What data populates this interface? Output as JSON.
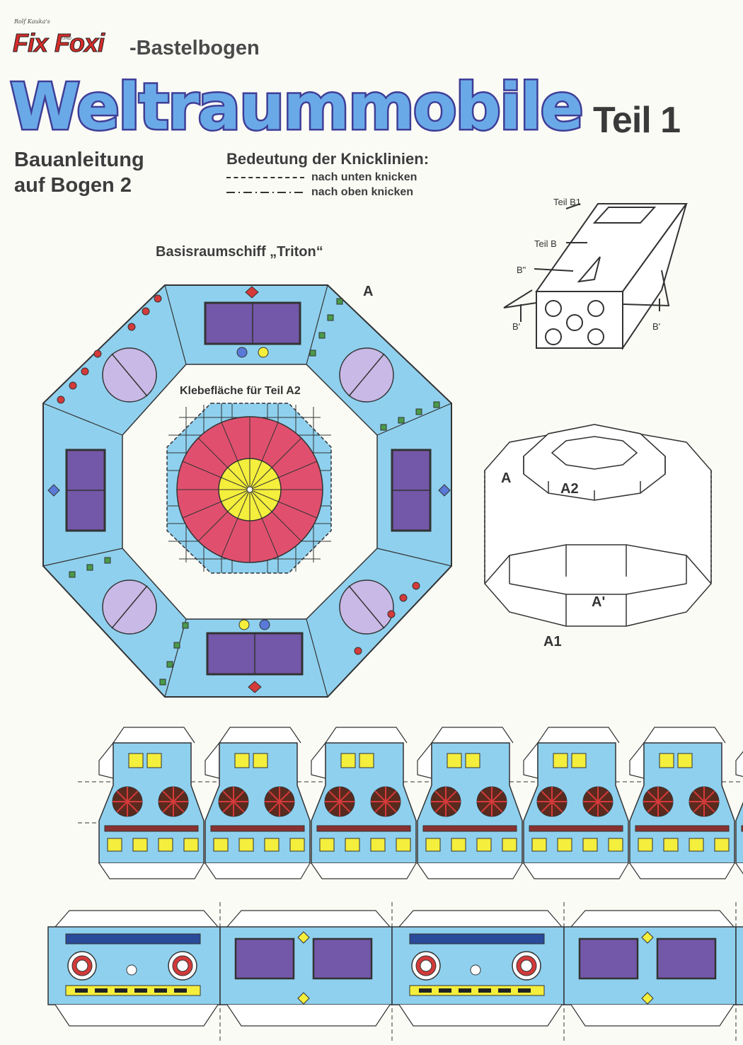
{
  "header": {
    "brand_small": "Rolf Kauka's",
    "brand_name_1": "Fix",
    "brand_und": "UND",
    "brand_name_2": "Foxi",
    "brand_suffix": "-Bastelbogen",
    "title": "Weltraummobile",
    "part": "Teil 1"
  },
  "instructions": {
    "line1": "Bauanleitung",
    "line2": "auf Bogen 2"
  },
  "legend": {
    "title": "Bedeutung der Knicklinien:",
    "items": [
      {
        "style": "dashed",
        "label": "nach unten knicken"
      },
      {
        "style": "dash-dot",
        "label": "nach oben knicken"
      }
    ]
  },
  "octagon": {
    "title": "Basisraumschiff „Triton“",
    "corner_label": "A",
    "inner_label": "Klebefläche für Teil A2"
  },
  "diagram_b": {
    "labels": {
      "b1": "Teil B1",
      "b": "Teil B",
      "b2": "B\"",
      "bl": "B'",
      "br": "B'"
    }
  },
  "diagram_a": {
    "labels": {
      "a": "A",
      "a2": "A2",
      "aprime": "A'",
      "a1": "A1"
    }
  },
  "colors": {
    "sky_blue": "#8fd0ee",
    "purple": "#7357a8",
    "lavender": "#c9b9e6",
    "red": "#d43a3a",
    "yellow": "#f4ee3c",
    "green": "#4a9a4a",
    "pink": "#e0506e",
    "dark_brown": "#5a2a1e"
  }
}
